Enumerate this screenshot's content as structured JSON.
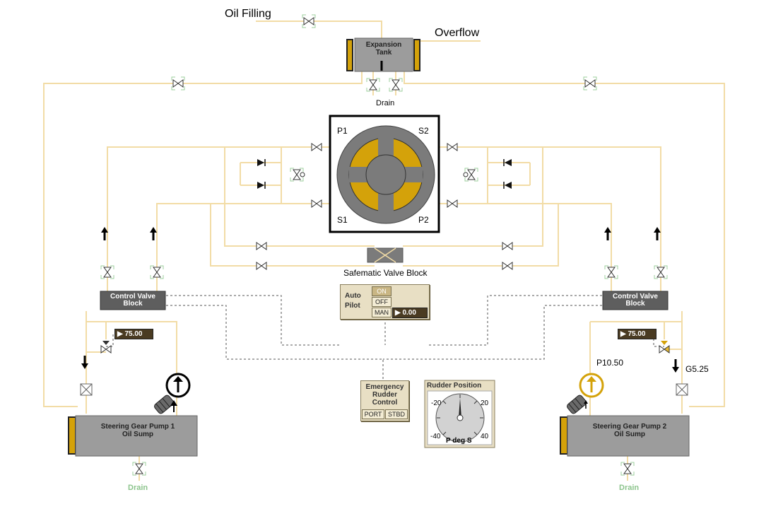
{
  "labels": {
    "oil_filling": "Oil  Filling",
    "overflow": "Overflow",
    "expansion_tank": "Expansion Tank",
    "tank_drain": "Drain",
    "p1": "P1",
    "s2": "S2",
    "s1": "S1",
    "p2": "P2",
    "safematic": "Safematic Valve Block",
    "cvb_left": "Control Valve Block",
    "cvb_right": "Control Valve Block",
    "pump1": "Steering Gear Pump 1 Oil Sump",
    "pump2": "Steering Gear Pump 2 Oil Sump",
    "drain_left": "Drain",
    "drain_right": "Drain",
    "p_pressure": "P10.50",
    "g_flow": "G5.25"
  },
  "setpoints": {
    "left": "▶ 75.00",
    "right": "▶ 75.00"
  },
  "autopilot": {
    "title": "Auto Pilot",
    "on": "ON",
    "off": "OFF",
    "man": "MAN",
    "value": "▶ 0.00"
  },
  "emergency": {
    "title": "Emergency Rudder Control",
    "port": "PORT",
    "stbd": "STBD"
  },
  "rudder": {
    "title": "Rudder Position",
    "tick_m20": "-20",
    "tick_20": "20",
    "tick_m40": "-40",
    "tick_40": "40",
    "unit": "P deg S",
    "angle_deg": 0
  },
  "colors": {
    "pipe": "#f2dca6",
    "dash": "#555555",
    "gold": "#d4a20a",
    "box_gray": "#9c9c9c",
    "dark_box": "#5e5e5e"
  }
}
